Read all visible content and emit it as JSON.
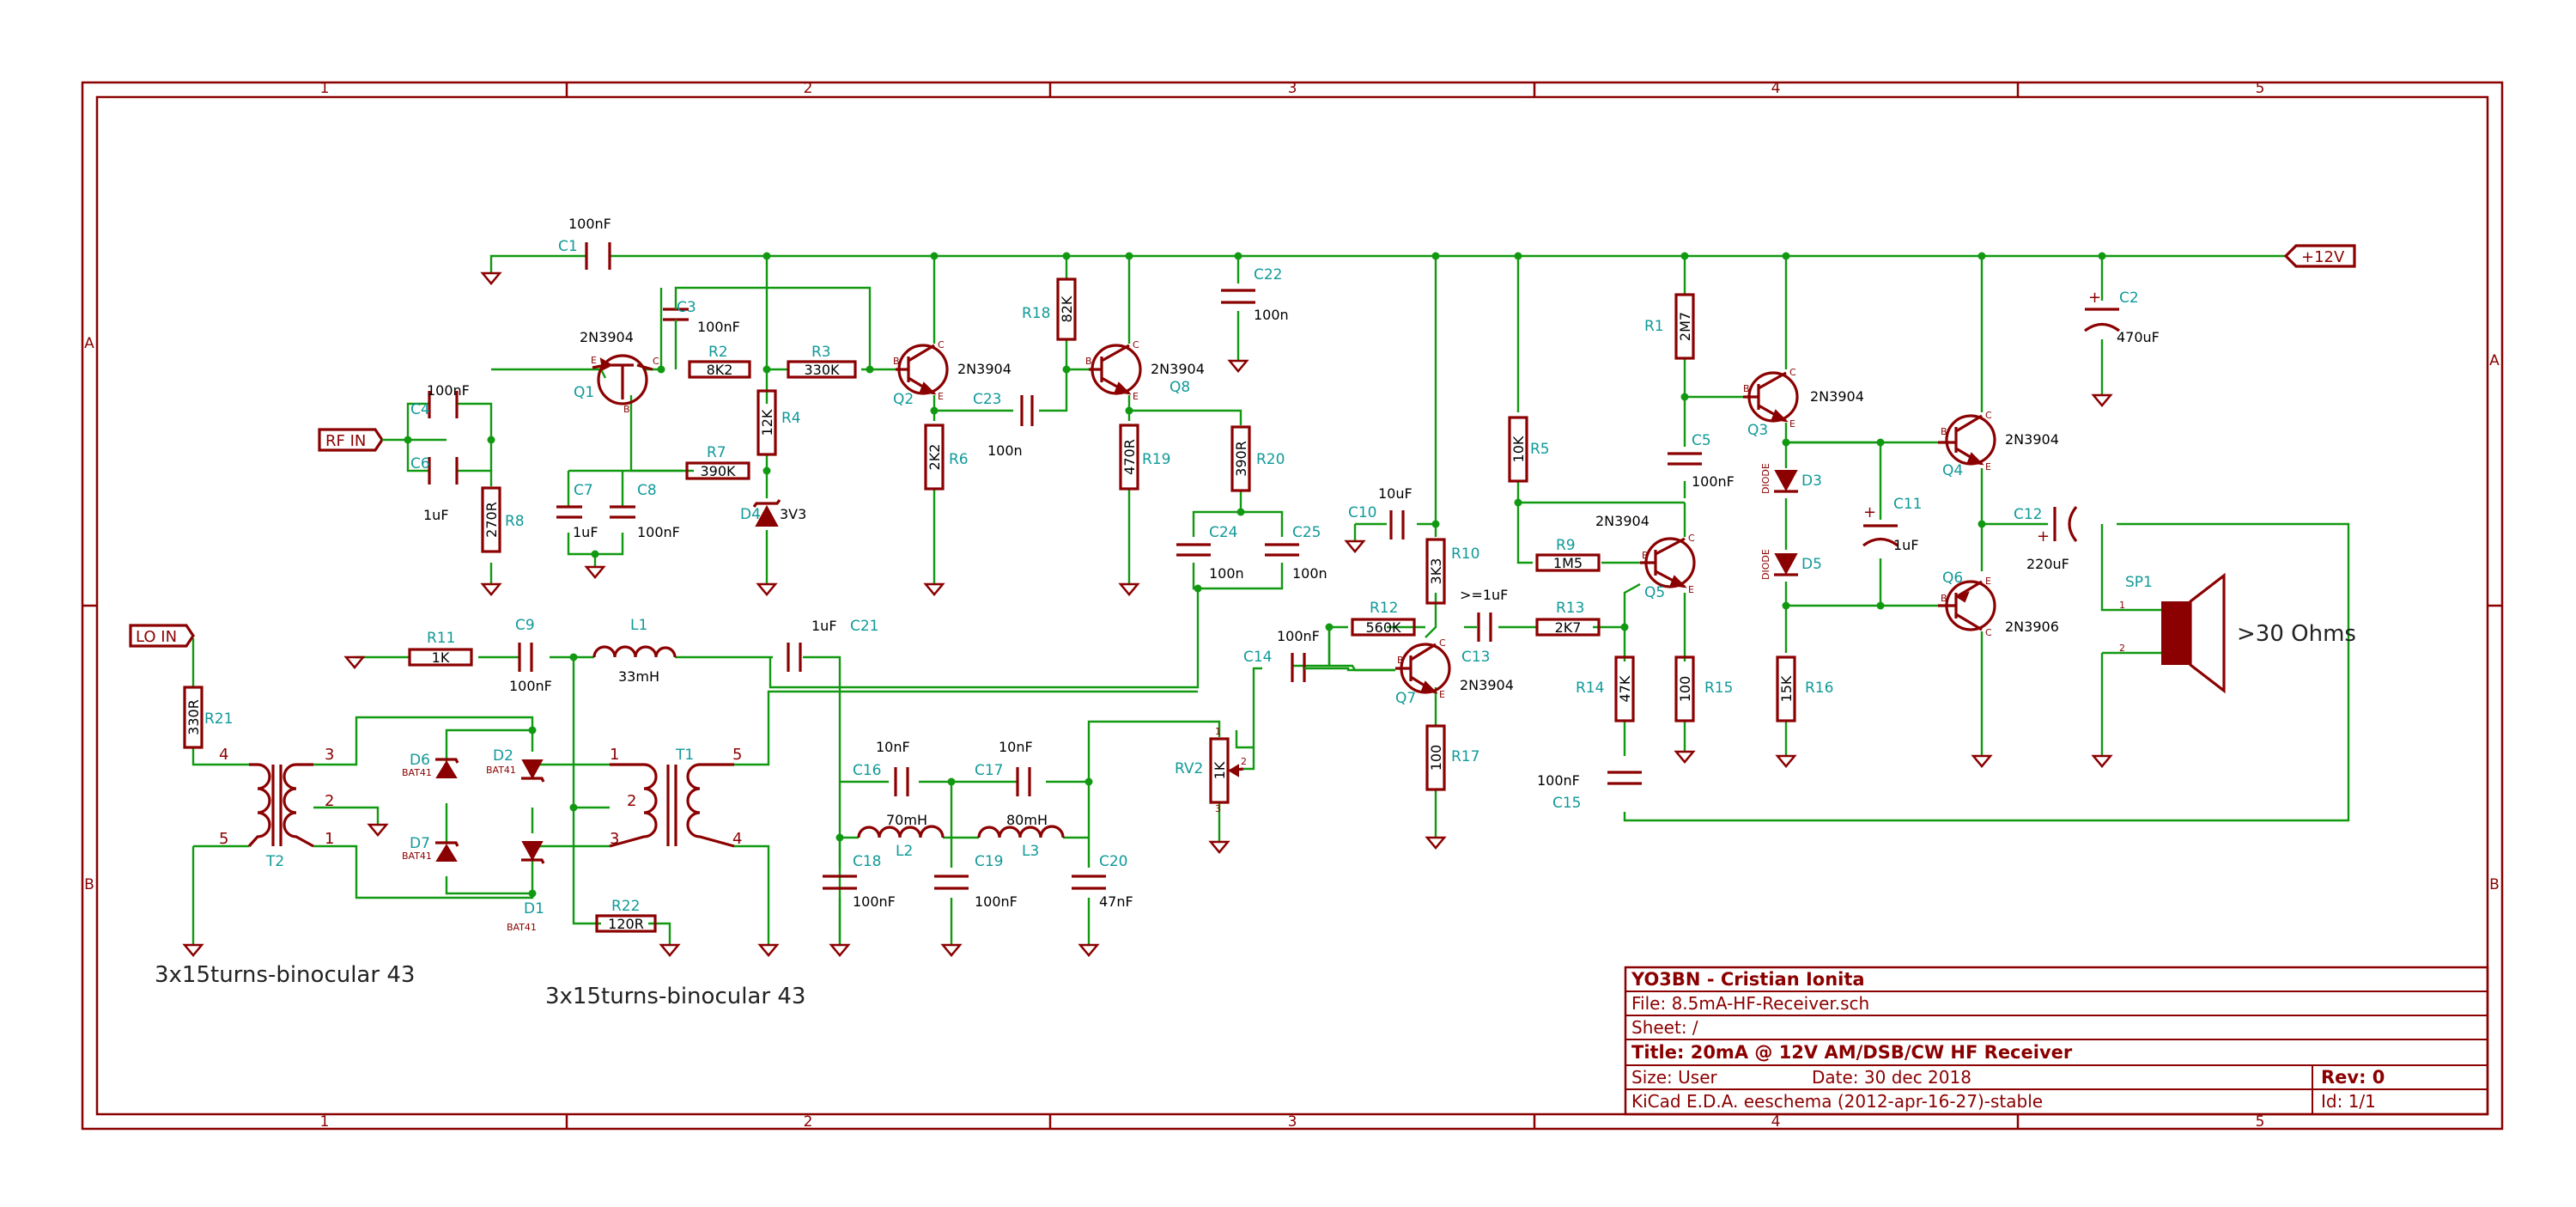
{
  "frame": {
    "zones_x": [
      "1",
      "2",
      "3",
      "4",
      "5"
    ],
    "zones_y": [
      "A",
      "B"
    ]
  },
  "labels": {
    "rf_in": "RF IN",
    "lo_in": "LO IN",
    "vcc": "+12V",
    "t2_note": "3x15turns-binocular 43",
    "t1_note": "3x15turns-binocular 43",
    "speaker_imp": ">30 Ohms",
    "speaker_ref": "SP1"
  },
  "components": {
    "C1": {
      "ref": "C1",
      "value": "100nF"
    },
    "C2": {
      "ref": "C2",
      "value": "470uF"
    },
    "C3": {
      "ref": "C3",
      "value": "100nF"
    },
    "C4": {
      "ref": "C4",
      "value": "100nF"
    },
    "C5": {
      "ref": "C5",
      "value": "100nF"
    },
    "C6": {
      "ref": "C6",
      "value": "1uF"
    },
    "C7": {
      "ref": "C7",
      "value": "1uF"
    },
    "C8": {
      "ref": "C8",
      "value": "100nF"
    },
    "C9": {
      "ref": "C9",
      "value": "100nF"
    },
    "C10": {
      "ref": "C10",
      "value": "10uF"
    },
    "C11": {
      "ref": "C11",
      "value": "1uF"
    },
    "C12": {
      "ref": "C12",
      "value": "220uF"
    },
    "C13": {
      "ref": "C13",
      "value": ">=1uF"
    },
    "C14": {
      "ref": "C14",
      "value": "100nF"
    },
    "C15": {
      "ref": "C15",
      "value": "100nF"
    },
    "C16": {
      "ref": "C16",
      "value": "10nF"
    },
    "C17": {
      "ref": "C17",
      "value": "10nF"
    },
    "C18": {
      "ref": "C18",
      "value": "100nF"
    },
    "C19": {
      "ref": "C19",
      "value": "100nF"
    },
    "C20": {
      "ref": "C20",
      "value": "47nF"
    },
    "C21": {
      "ref": "C21",
      "value": "1uF"
    },
    "C22": {
      "ref": "C22",
      "value": "100n"
    },
    "C23": {
      "ref": "C23",
      "value": "100n"
    },
    "C24": {
      "ref": "C24",
      "value": "100n"
    },
    "C25": {
      "ref": "C25",
      "value": "100n"
    },
    "R1": {
      "ref": "R1",
      "value": "2M7"
    },
    "R2": {
      "ref": "R2",
      "value": "8K2"
    },
    "R3": {
      "ref": "R3",
      "value": "330K"
    },
    "R4": {
      "ref": "R4",
      "value": "12K"
    },
    "R5": {
      "ref": "R5",
      "value": "10K"
    },
    "R6": {
      "ref": "R6",
      "value": "2K2"
    },
    "R7": {
      "ref": "R7",
      "value": "390K"
    },
    "R8": {
      "ref": "R8",
      "value": "270R"
    },
    "R9": {
      "ref": "R9",
      "value": "1M5"
    },
    "R10": {
      "ref": "R10",
      "value": "3K3"
    },
    "R11": {
      "ref": "R11",
      "value": "1K"
    },
    "R12": {
      "ref": "R12",
      "value": "560K"
    },
    "R13": {
      "ref": "R13",
      "value": "2K7"
    },
    "R14": {
      "ref": "R14",
      "value": "47K"
    },
    "R15": {
      "ref": "R15",
      "value": "100"
    },
    "R16": {
      "ref": "R16",
      "value": "15K"
    },
    "R17": {
      "ref": "R17",
      "value": "100"
    },
    "R18": {
      "ref": "R18",
      "value": "82K"
    },
    "R19": {
      "ref": "R19",
      "value": "470R"
    },
    "R20": {
      "ref": "R20",
      "value": "390R"
    },
    "R21": {
      "ref": "R21",
      "value": "330R"
    },
    "R22": {
      "ref": "R22",
      "value": "120R"
    },
    "RV2": {
      "ref": "RV2",
      "value": "1K"
    },
    "L1": {
      "ref": "L1",
      "value": "33mH"
    },
    "L2": {
      "ref": "L2",
      "value": "70mH"
    },
    "L3": {
      "ref": "L3",
      "value": "80mH"
    },
    "D1": {
      "ref": "D1",
      "value": "BAT41"
    },
    "D2": {
      "ref": "D2",
      "value": "BAT41"
    },
    "D3": {
      "ref": "D3",
      "value": "DIODE"
    },
    "D4": {
      "ref": "D4",
      "value": "3V3"
    },
    "D5": {
      "ref": "D5",
      "value": "DIODE"
    },
    "D6": {
      "ref": "D6",
      "value": "BAT41"
    },
    "D7": {
      "ref": "D7",
      "value": "BAT41"
    },
    "Q1": {
      "ref": "Q1",
      "value": "2N3904"
    },
    "Q2": {
      "ref": "Q2",
      "value": "2N3904"
    },
    "Q3": {
      "ref": "Q3",
      "value": "2N3904"
    },
    "Q4": {
      "ref": "Q4",
      "value": "2N3904"
    },
    "Q5": {
      "ref": "Q5",
      "value": "2N3904"
    },
    "Q6": {
      "ref": "Q6",
      "value": "2N3906"
    },
    "Q7": {
      "ref": "Q7",
      "value": "2N3904"
    },
    "Q8": {
      "ref": "Q8",
      "value": "2N3904"
    },
    "T1": {
      "ref": "T1"
    },
    "T2": {
      "ref": "T2"
    }
  },
  "title_block": {
    "company": "YO3BN - Cristian Ionita",
    "file": "File: 8.5mA-HF-Receiver.sch",
    "sheet": "Sheet: /",
    "title": "Title: 20mA @ 12V AM/DSB/CW HF Receiver",
    "size": "Size: User",
    "date": "Date: 30 dec 2018",
    "rev": "Rev: 0",
    "tool": "KiCad E.D.A.  eeschema (2012-apr-16-27)-stable",
    "id": "Id: 1/1"
  }
}
